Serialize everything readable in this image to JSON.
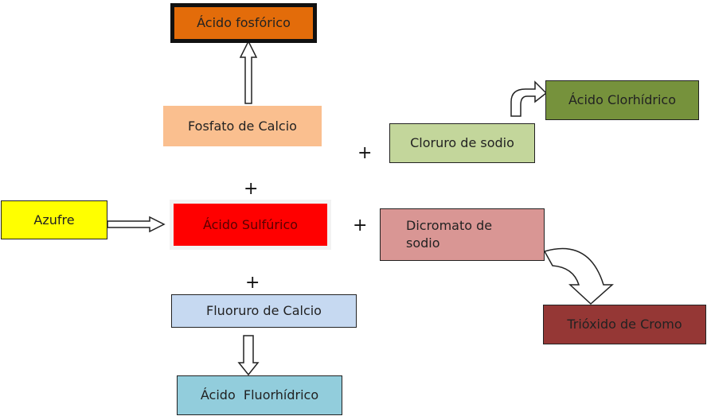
{
  "diagram": {
    "nodes": {
      "acido_fosforico": {
        "label": "Ácido fosfórico",
        "color": "#e36c0a"
      },
      "fosfato_calcio": {
        "label": "Fosfato de Calcio",
        "color": "#fabf8f"
      },
      "cloruro_sodio": {
        "label": "Cloruro de sodio",
        "color": "#c3d69b"
      },
      "acido_clorhidrico": {
        "label": "Ácido Clorhídrico",
        "color": "#76923c"
      },
      "azufre": {
        "label": "Azufre",
        "color": "#ffff00"
      },
      "acido_sulfurico": {
        "label": "Ácido Sulfúrico",
        "color": "#ff0000"
      },
      "dicromato_sodio": {
        "label": "Dicromato de sodio",
        "color": "#d99694"
      },
      "fluoruro_calcio": {
        "label": "Fluoruro de Calcio",
        "color": "#c6d9f1"
      },
      "trioxido_cromo": {
        "label": "Trióxido de Cromo",
        "color": "#953735"
      },
      "acido_fluorhidrico": {
        "label": "Ácido  Fluorhídrico",
        "color": "#92cddc"
      }
    },
    "operators": {
      "plus": "+"
    },
    "edges": [
      {
        "from": "fosfato_calcio",
        "to": "acido_fosforico"
      },
      {
        "from": "cloruro_sodio",
        "to": "acido_clorhidrico"
      },
      {
        "from": "azufre",
        "to": "acido_sulfurico"
      },
      {
        "from": "dicromato_sodio",
        "to": "trioxido_cromo"
      },
      {
        "from": "fluoruro_calcio",
        "to": "acido_fluorhidrico"
      }
    ]
  }
}
